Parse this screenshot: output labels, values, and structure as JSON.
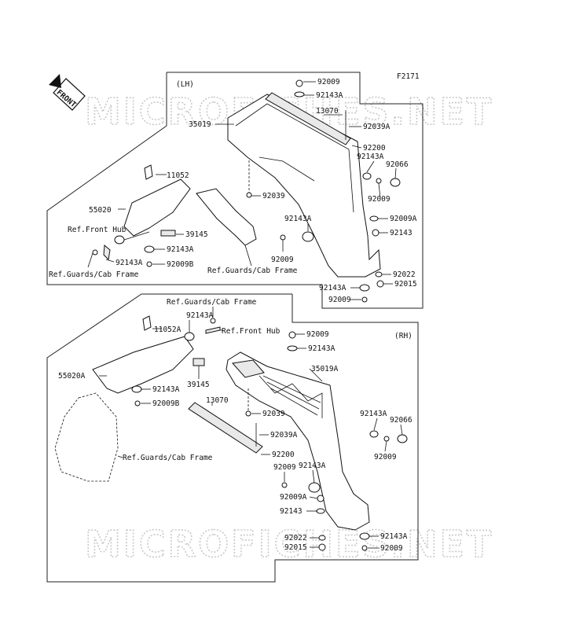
{
  "figure_code": "F2171",
  "front_badge": "FRONT",
  "watermark": "MICROFICHES.NET",
  "lh": {
    "side": "(LH)",
    "labels": {
      "p92009_a": "92009",
      "p92143A_a": "92143A",
      "p13070": "13070",
      "p92039A": "92039A",
      "p35019": "35019",
      "p92200": "92200",
      "p92143A_b": "92143A",
      "p92066": "92066",
      "p11052": "11052",
      "p92039": "92039",
      "p92009_b": "92009",
      "p55020": "55020",
      "p92143A_c": "92143A",
      "p92009A": "92009A",
      "p92143": "92143",
      "p39145": "39145",
      "ref_front_hub": "Ref.Front Hub",
      "p92143A_d": "92143A",
      "p92009_c": "92009",
      "p92143A_e": "92143A",
      "p92009B": "92009B",
      "ref_guards_1": "Ref.Guards/Cab Frame",
      "ref_guards_2": "Ref.Guards/Cab Frame",
      "p92022": "92022",
      "p92015": "92015",
      "p92143A_f": "92143A",
      "p92009_d": "92009"
    }
  },
  "rh": {
    "side": "(RH)",
    "labels": {
      "ref_guards_top": "Ref.Guards/Cab Frame",
      "p92143A_a": "92143A",
      "p11052A": "11052A",
      "ref_front_hub": "Ref.Front Hub",
      "p92009_a": "92009",
      "p92143A_b": "92143A",
      "p35019A": "35019A",
      "p55020A": "55020A",
      "p92143A_c": "92143A",
      "p39145": "39145",
      "p92009B": "92009B",
      "p13070": "13070",
      "p92039": "92039",
      "p92143A_d": "92143A",
      "p92066": "92066",
      "p92039A": "92039A",
      "p92009_b": "92009",
      "ref_guards_bottom": "Ref.Guards/Cab Frame",
      "p92200": "92200",
      "p92009_c": "92009",
      "p92143A_e": "92143A",
      "p92009A": "92009A",
      "p92143": "92143",
      "p92022": "92022",
      "p92143A_f": "92143A",
      "p92015": "92015",
      "p92009_d": "92009"
    }
  }
}
